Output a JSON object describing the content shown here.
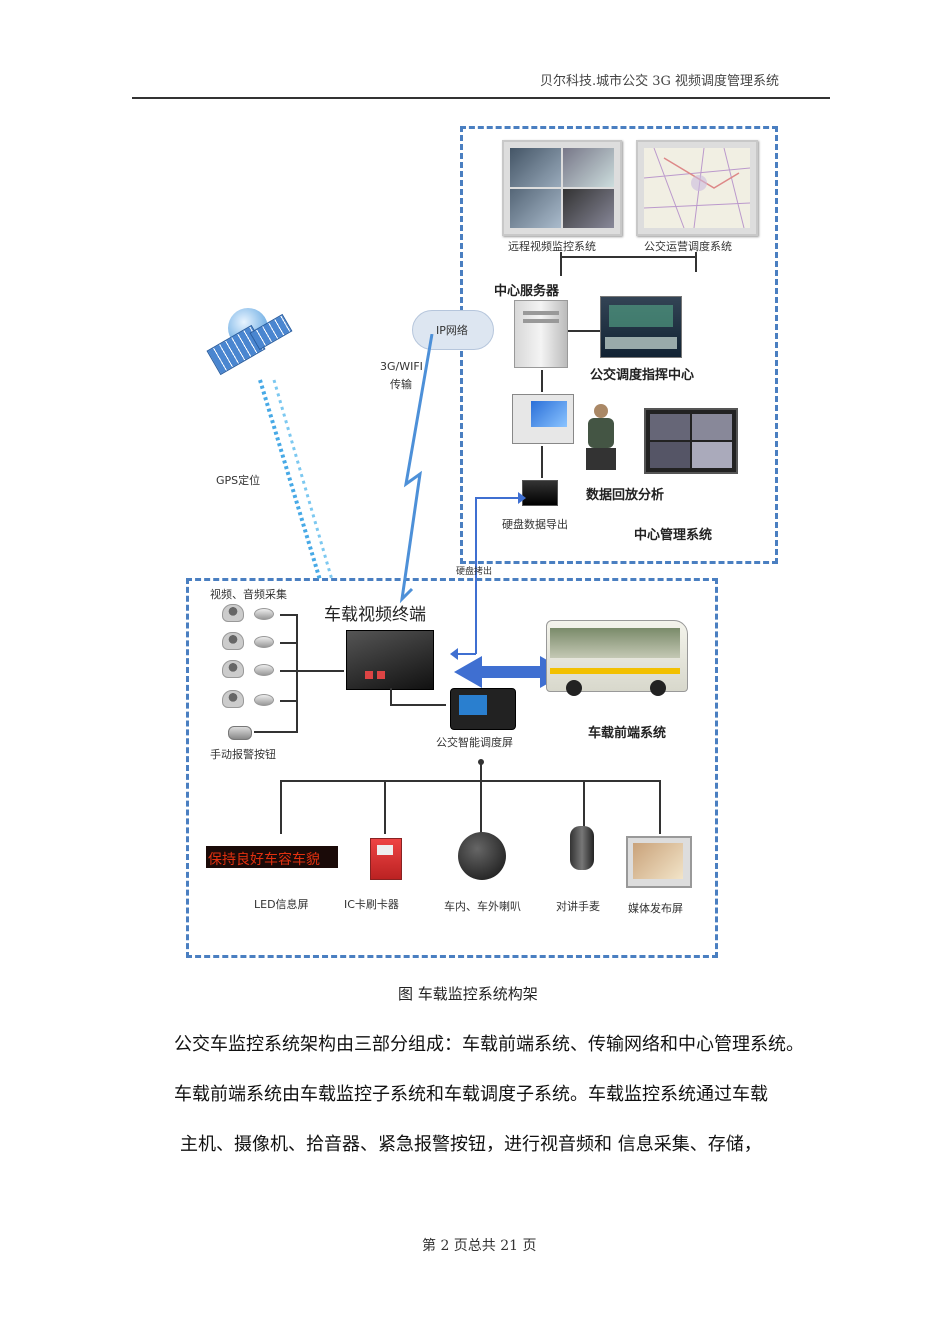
{
  "header": {
    "title": "贝尔科技.城市公交 3G 视频调度管理系统"
  },
  "diagram": {
    "center": {
      "remote_video": "远程视频监控系统",
      "bus_dispatch_sys": "公交运营调度系统",
      "server": "中心服务器",
      "ip_network": "IP网络",
      "command_center": "公交调度指挥中心",
      "data_playback": "数据回放分析",
      "disk_export": "硬盘数据导出",
      "center_mgmt": "中心管理系统"
    },
    "network": {
      "gps_label": "GPS定位",
      "wireless_label_1": "3G/WIFI",
      "wireless_label_2": "传输",
      "disk_copy": "硬盘拷出"
    },
    "vehicle": {
      "av_capture": "视频、音频采集",
      "terminal": "车载视频终端",
      "alarm_button": "手动报警按钮",
      "dispatch_screen": "公交智能调度屏",
      "frontend_system": "车载前端系统",
      "led_text": "保持良好车容车貌",
      "led_label": "LED信息屏",
      "ic_label": "IC卡刷卡器",
      "speaker_label": "车内、车外喇叭",
      "handset_label": "对讲手麦",
      "media_label": "媒体发布屏"
    }
  },
  "caption": "图    车载监控系统构架",
  "body": {
    "line1": "公交车监控系统架构由三部分组成：车载前端系统、传输网络和中心管理系统。",
    "line2": "车载前端系统由车载监控子系统和车载调度子系统。车载监控系统通过车载",
    "line3": "主机、摄像机、拾音器、紧急报警按钮，进行视音频和         信息采集、存储，"
  },
  "footer": {
    "page_info": "第 2 页总共 21 页"
  },
  "colors": {
    "dash_border": "#4a7fc1",
    "link_arrow": "#3f6fd1",
    "led_text": "#e03010"
  }
}
